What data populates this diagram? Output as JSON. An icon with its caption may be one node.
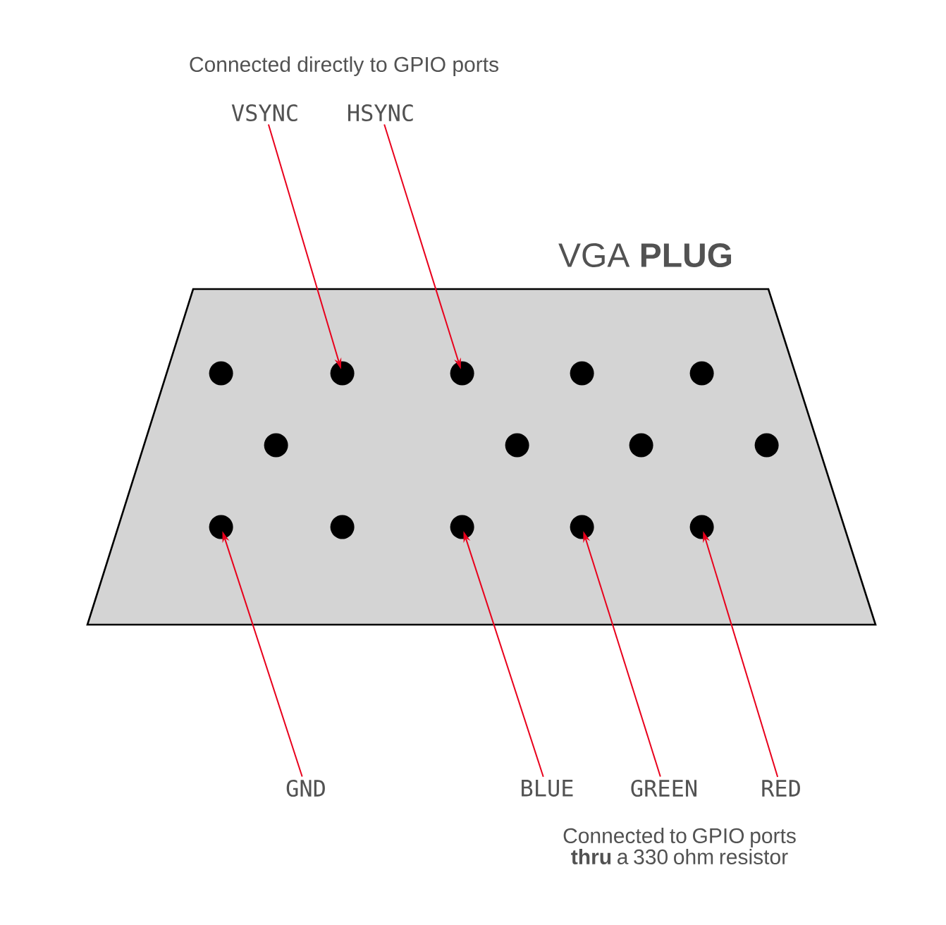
{
  "diagram": {
    "nodes": [
      {
        "text": [
          "VSYNC"
        ]
      },
      {
        "text": [
          "HSYNC"
        ]
      },
      {
        "text": [
          "VGA **PLUG**"
        ]
      },
      {
        "text": [],
        "shape": "circle",
        "in": 2
      },
      {
        "text": [],
        "shape": "circle",
        "in": 2
      },
      {
        "text": [],
        "shape": "circle",
        "in": 2
      },
      {
        "text": [],
        "shape": "circle",
        "in": 2
      },
      {
        "text": [],
        "shape": "circle",
        "in": 2
      },
      {
        "text": [],
        "shape": "circle",
        "in": 2
      },
      {
        "text": [],
        "shape": "circle",
        "in": 2
      },
      {
        "text": [],
        "shape": "circle",
        "in": 2
      },
      {
        "text": [],
        "shape": "circle",
        "in": 2
      },
      {
        "text": [],
        "shape": "circle",
        "in": 2
      },
      {
        "text": [],
        "shape": "circle",
        "in": 2
      },
      {
        "text": [],
        "shape": "circle",
        "in": 2
      },
      {
        "text": [],
        "shape": "circle",
        "in": 2
      },
      {
        "text": [],
        "shape": "circle",
        "in": 2
      },
      {
        "text": [
          "GND"
        ]
      },
      {
        "text": [
          "BLUE"
        ]
      },
      {
        "text": [
          "GREEN"
        ]
      },
      {
        "text": [
          "RED"
        ]
      }
    ],
    "edges": [
      {
        "from": 0,
        "to": 4,
        "arrow": "to"
      },
      {
        "from": 1,
        "to": 5,
        "arrow": "to"
      },
      {
        "from": 17,
        "to": 12,
        "arrow": "to"
      },
      {
        "from": 18,
        "to": 14,
        "arrow": "to"
      },
      {
        "from": 19,
        "to": 15,
        "arrow": "to"
      },
      {
        "from": 20,
        "to": 16,
        "arrow": "to"
      }
    ],
    "labels": [
      "Connected directly to GPIO ports",
      "Connected to GPIO ports **thru** a 330 ohm resistor"
    ]
  }
}
